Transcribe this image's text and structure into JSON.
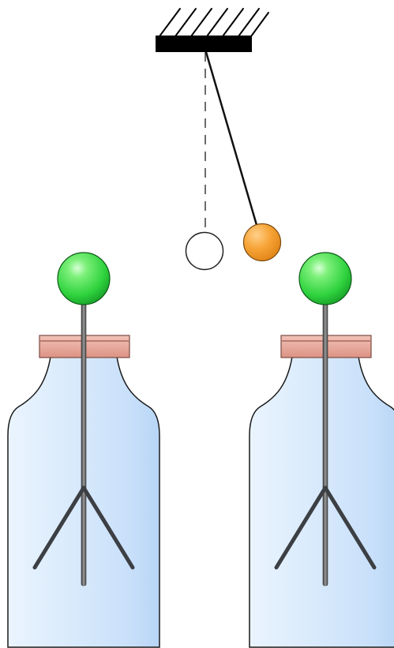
{
  "colors": {
    "background": "#ffffff",
    "ceiling": "#000000",
    "string": "#111111",
    "ball_rest": "#ffffff",
    "ball_swung": "#f39a2b",
    "knob": "#35d645",
    "cap": "#e8a89d",
    "jar_glass": "#d3e7fb",
    "rod": "#6b6b6b"
  },
  "elements": {
    "ceiling_support": "hatched-ceiling-icon",
    "pendulum_rest": "dashed-string-white-ball",
    "pendulum_swung": "solid-string-orange-ball",
    "electroscopes": [
      "left-electroscope",
      "right-electroscope"
    ]
  }
}
